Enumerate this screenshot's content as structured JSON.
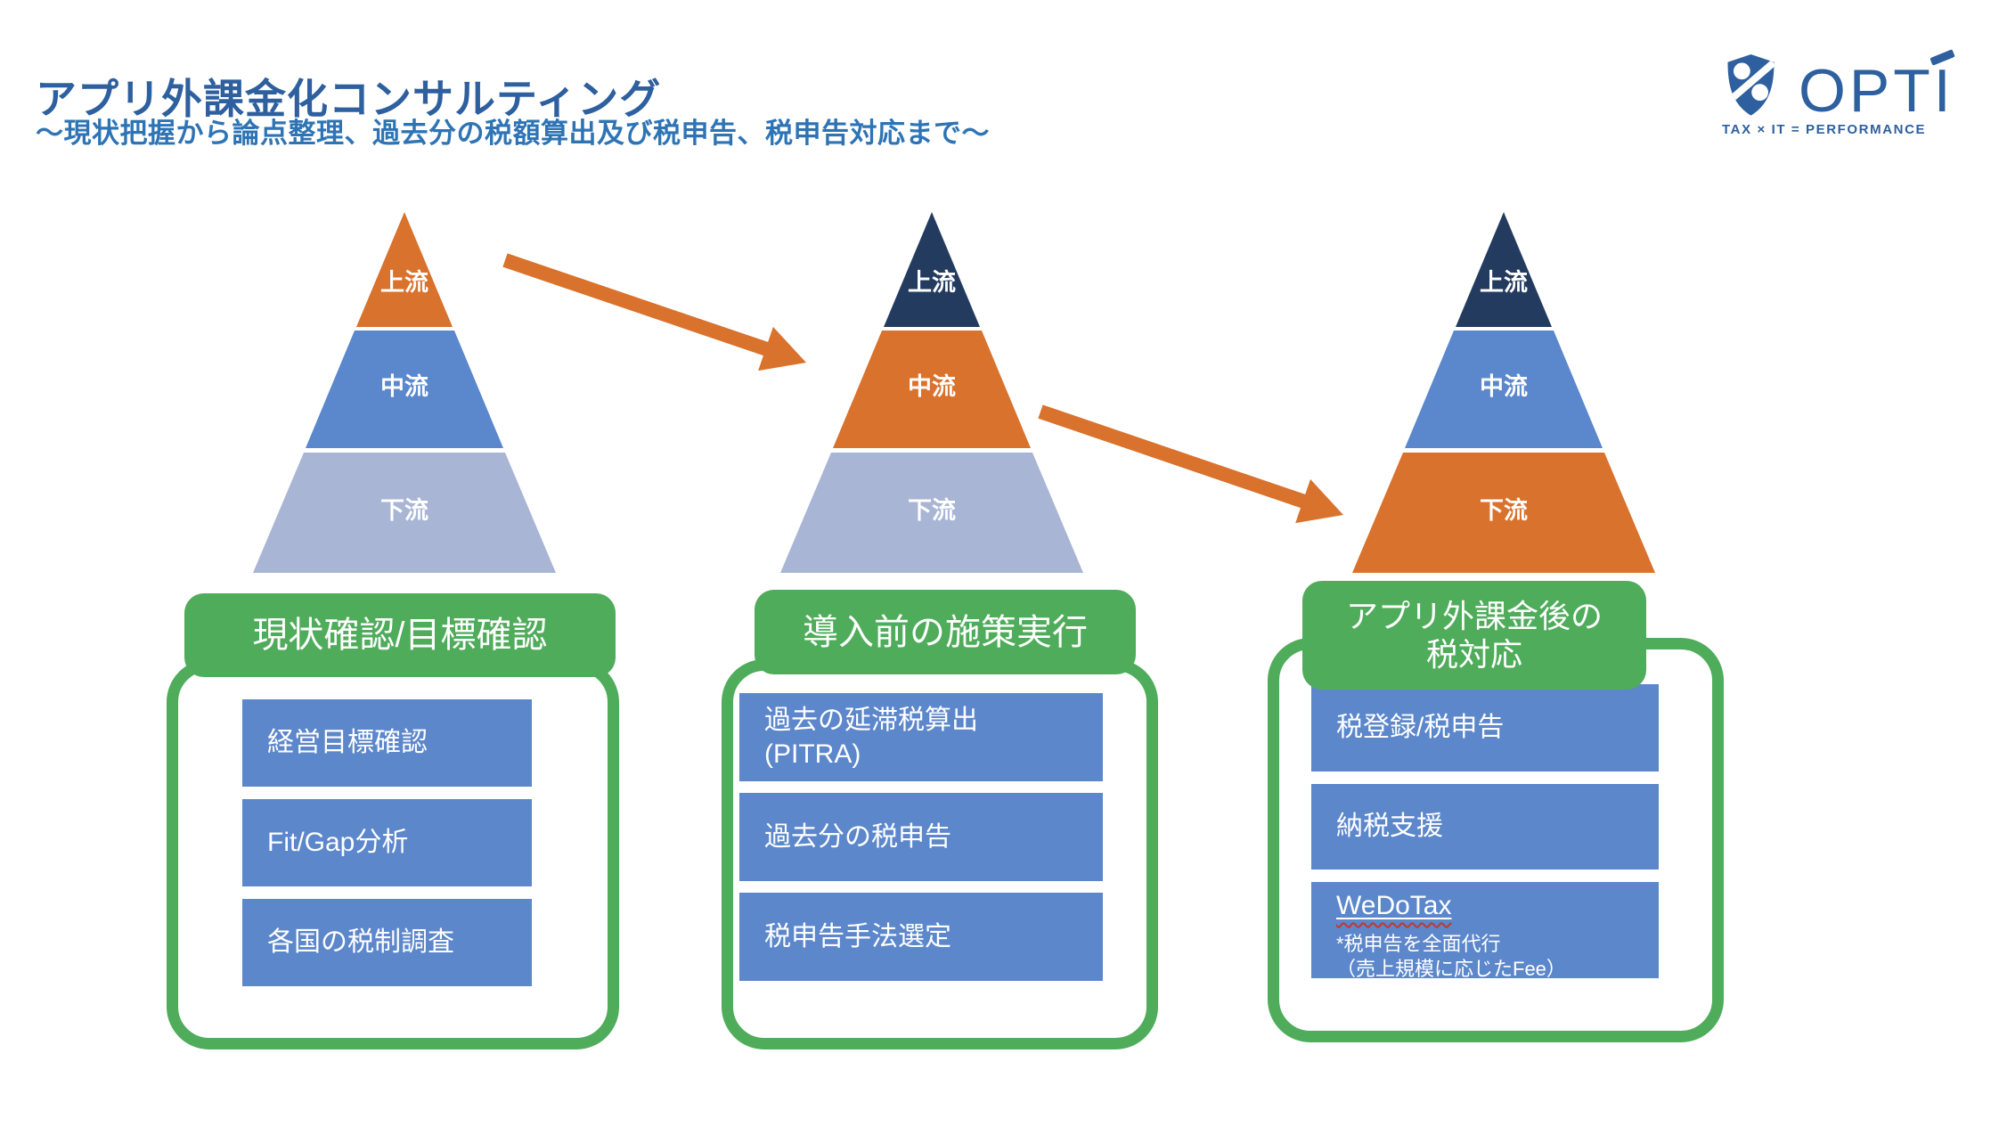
{
  "title": "アプリ外課金化コンサルティング",
  "subtitle": "～現状把握から論点整理、過去分の税額算出及び税申告、税申告対応まで～",
  "logo": {
    "wordmark": "OPTI",
    "tagline": "TAX × IT = PERFORMANCE"
  },
  "colors": {
    "title_blue": "#2E5F9E",
    "subtitle_blue": "#2E74B5",
    "logo_blue": "#2E5F9E",
    "orange": "#D9722D",
    "navy": "#243B60",
    "mid_blue": "#5B87CC",
    "light_blue": "#A9B5D5",
    "item_blue": "#5C87CB",
    "green": "#4FAC5B",
    "wavy_red": "#C0392B"
  },
  "pyramids": [
    {
      "layers": [
        {
          "label": "上流",
          "color": "#D9722D"
        },
        {
          "label": "中流",
          "color": "#5B87CC"
        },
        {
          "label": "下流",
          "color": "#A9B5D5"
        }
      ]
    },
    {
      "layers": [
        {
          "label": "上流",
          "color": "#243B60"
        },
        {
          "label": "中流",
          "color": "#D9722D"
        },
        {
          "label": "下流",
          "color": "#A9B5D5"
        }
      ]
    },
    {
      "layers": [
        {
          "label": "上流",
          "color": "#243B60"
        },
        {
          "label": "中流",
          "color": "#5B87CC"
        },
        {
          "label": "下流",
          "color": "#D9722D"
        }
      ]
    }
  ],
  "columns": [
    {
      "header_lines": [
        "現状確認/目標確認"
      ],
      "items": [
        {
          "lines": [
            "経営目標確認"
          ]
        },
        {
          "lines": [
            "Fit/Gap分析"
          ]
        },
        {
          "lines": [
            "各国の税制調査"
          ]
        }
      ]
    },
    {
      "header_lines": [
        "導入前の施策実行"
      ],
      "items": [
        {
          "lines": [
            "過去の延滞税算出",
            "(PITRA)"
          ]
        },
        {
          "lines": [
            "過去分の税申告"
          ]
        },
        {
          "lines": [
            "税申告手法選定"
          ]
        }
      ]
    },
    {
      "header_lines": [
        "アプリ外課金後の",
        "税対応"
      ],
      "items": [
        {
          "lines": [
            "税登録/税申告"
          ]
        },
        {
          "lines": [
            "納税支援"
          ]
        },
        {
          "lines": [
            "WeDoTax",
            "*税申告を全面代行",
            "（売上規模に応じたFee）"
          ]
        }
      ]
    }
  ]
}
